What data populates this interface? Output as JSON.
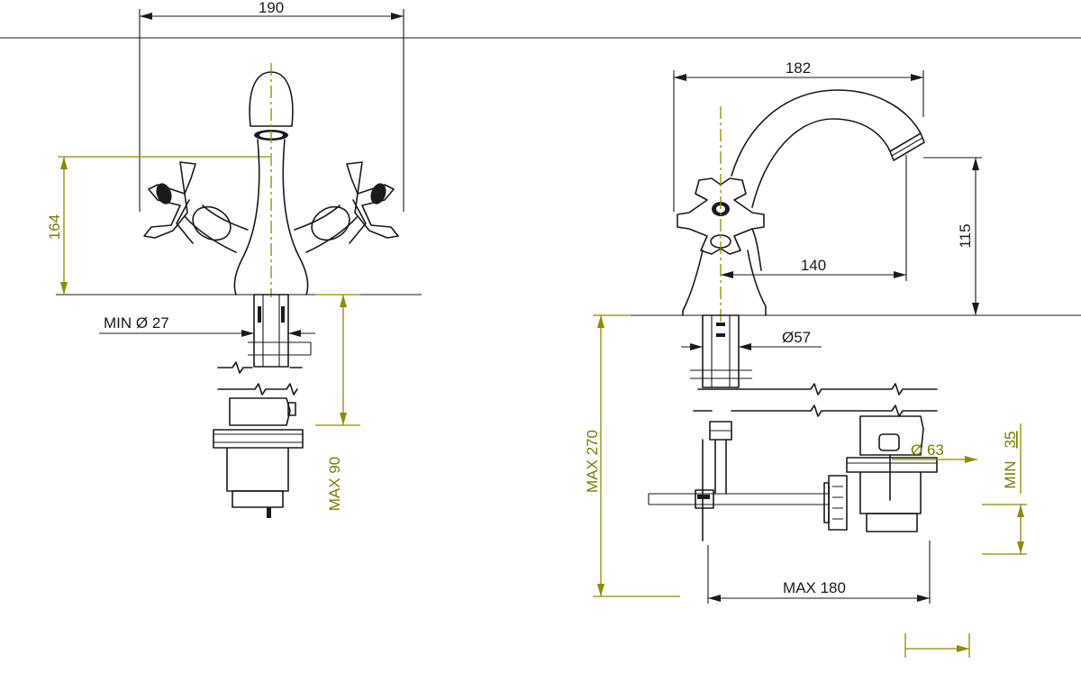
{
  "colors": {
    "outline": "#1a1a1a",
    "dimension_accent": "#8c8c00",
    "background": "#ffffff"
  },
  "front_view": {
    "width_label": "190",
    "height_label": "164",
    "min_hole_label": "MIN Ø 27",
    "max_depth_label": "MAX 90"
  },
  "side_view": {
    "width_label": "182",
    "reach_label": "140",
    "spout_height_label": "115",
    "base_diameter_label": "Ø57",
    "max_depth_label": "MAX 270",
    "waste_diameter_label": "Ø 63",
    "min_label": "MIN",
    "min_value_label": "35",
    "max_reach_label": "MAX 180"
  }
}
